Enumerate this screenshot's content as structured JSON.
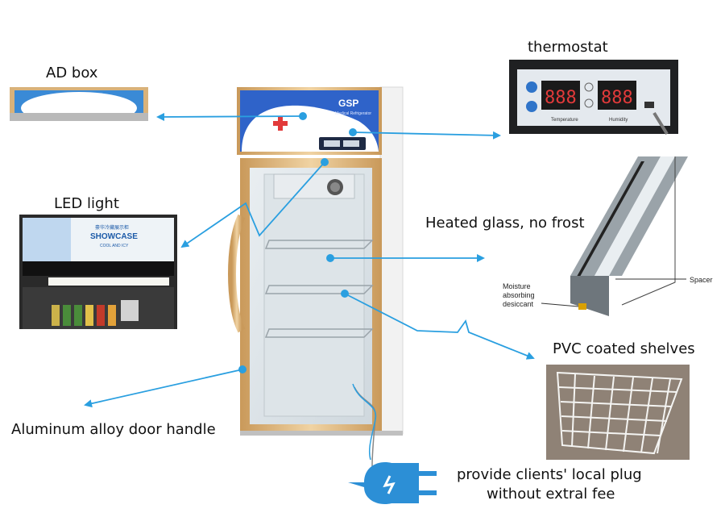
{
  "labels": {
    "ad_box": "AD box",
    "thermostat": "thermostat",
    "led_light": "LED light",
    "heated_glass": "Heated glass, no frost",
    "pvc_shelves": "PVC coated shelves",
    "door_handle": "Aluminum alloy door handle",
    "plug_line1": "provide clients' local plug",
    "plug_line2": "without extral fee"
  },
  "fridge": {
    "brand": "GSP",
    "brand_sub": "Medical Refrigerator"
  },
  "thermostat_panel": {
    "temp_caption": "Temperature",
    "humidity_caption": "Humidity",
    "temp_digits": "888",
    "humidity_digits": "888"
  },
  "led_photo": {
    "sign_small": "豪华冷藏展示柜",
    "sign_main": "SHOWCASE",
    "sign_sub": "COOL AND ICY"
  },
  "glass_diagram": {
    "spacer": "Spacer",
    "desiccant_l1": "Moisture",
    "desiccant_l2": "absorbing",
    "desiccant_l3": "desiccant"
  },
  "colors": {
    "arrow": "#2a9fe0",
    "frame_gold": "#d9b27a",
    "ad_blue": "#2f63c9",
    "plug_blue": "#2c8fd6"
  }
}
